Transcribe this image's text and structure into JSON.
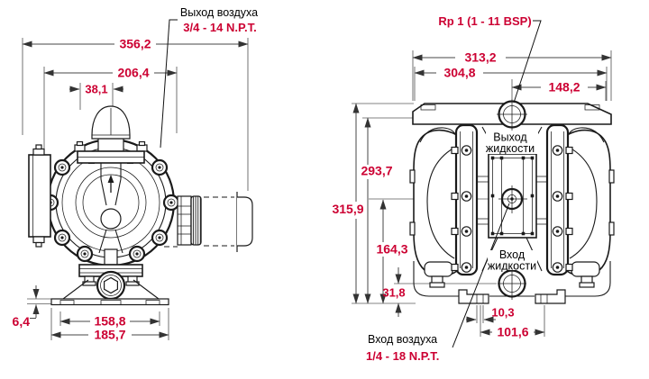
{
  "title": "Diaphragm pump dimensional drawing",
  "colors": {
    "dimension_text": "#cc0032",
    "drawing_line": "#1a1a1a",
    "dimension_line": "#474747",
    "background": "#ffffff"
  },
  "left_view": {
    "view_name": "side-view",
    "air_outlet_label": "Выход воздуха",
    "air_outlet_thread": "3/4 - 14 N.P.T.",
    "dim_overall_width": "356,2",
    "dim_body_width": "206,4",
    "dim_air_port_offset": "38,1",
    "dim_base_plate_thickness": "6,4",
    "dim_foot_hole_spacing": "158,8",
    "dim_base_width": "185,7"
  },
  "right_view": {
    "view_name": "front-view",
    "fluid_port_thread": "Rp 1 (1 - 11 BSP)",
    "fluid_outlet_line1": "Выход",
    "fluid_outlet_line2": "жидкости",
    "fluid_inlet_line1": "Вход",
    "fluid_inlet_line2": "жидкости",
    "air_inlet_label": "Вход воздуха",
    "air_inlet_thread": "1/4 - 18 N.P.T.",
    "dim_overall_width": "313,2",
    "dim_flange_width": "304,8",
    "dim_port_to_edge": "148,2",
    "dim_overall_height": "315,9",
    "dim_body_height": "293,7",
    "dim_centerline_height": "164,3",
    "dim_inlet_centerline_height": "31,8",
    "dim_foot_slot": "10,3",
    "dim_foot_spacing": "101,6"
  }
}
